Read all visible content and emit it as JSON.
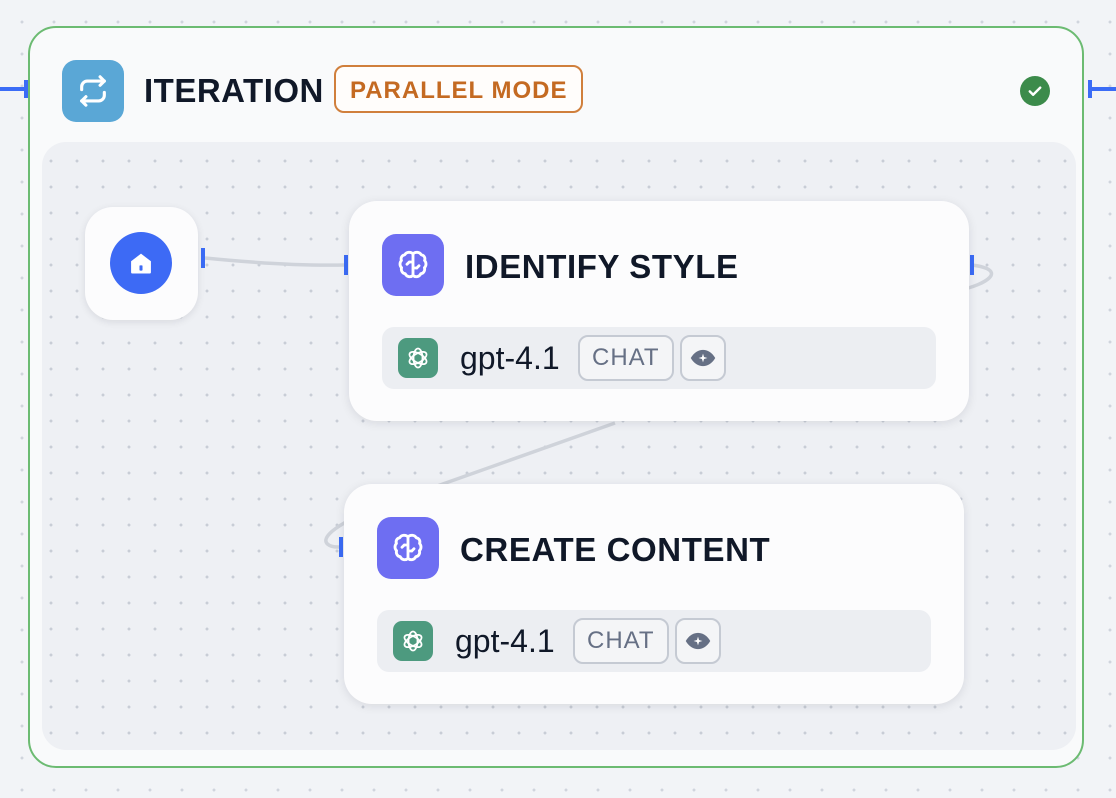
{
  "iteration": {
    "title": "ITERATION",
    "mode_badge": "PARALLEL MODE",
    "status_icon": "check-circle-icon",
    "icon": "loop-icon",
    "accent_color": "#5aa7d6",
    "border_color": "#6cbb72"
  },
  "start_node": {
    "icon": "home-icon",
    "color": "#3d6af5"
  },
  "nodes": [
    {
      "title": "IDENTIFY STYLE",
      "icon": "brain-icon",
      "model": {
        "provider_icon": "openai-icon",
        "name": "gpt-4.1",
        "mode": "CHAT",
        "capability_icon": "vision-icon"
      }
    },
    {
      "title": "CREATE CONTENT",
      "icon": "brain-icon",
      "model": {
        "provider_icon": "openai-icon",
        "name": "gpt-4.1",
        "mode": "CHAT",
        "capability_icon": "vision-icon"
      }
    }
  ],
  "colors": {
    "handle": "#3b6cf6",
    "llm_icon": "#6e6ef2",
    "badge_orange": "#c46a22"
  }
}
